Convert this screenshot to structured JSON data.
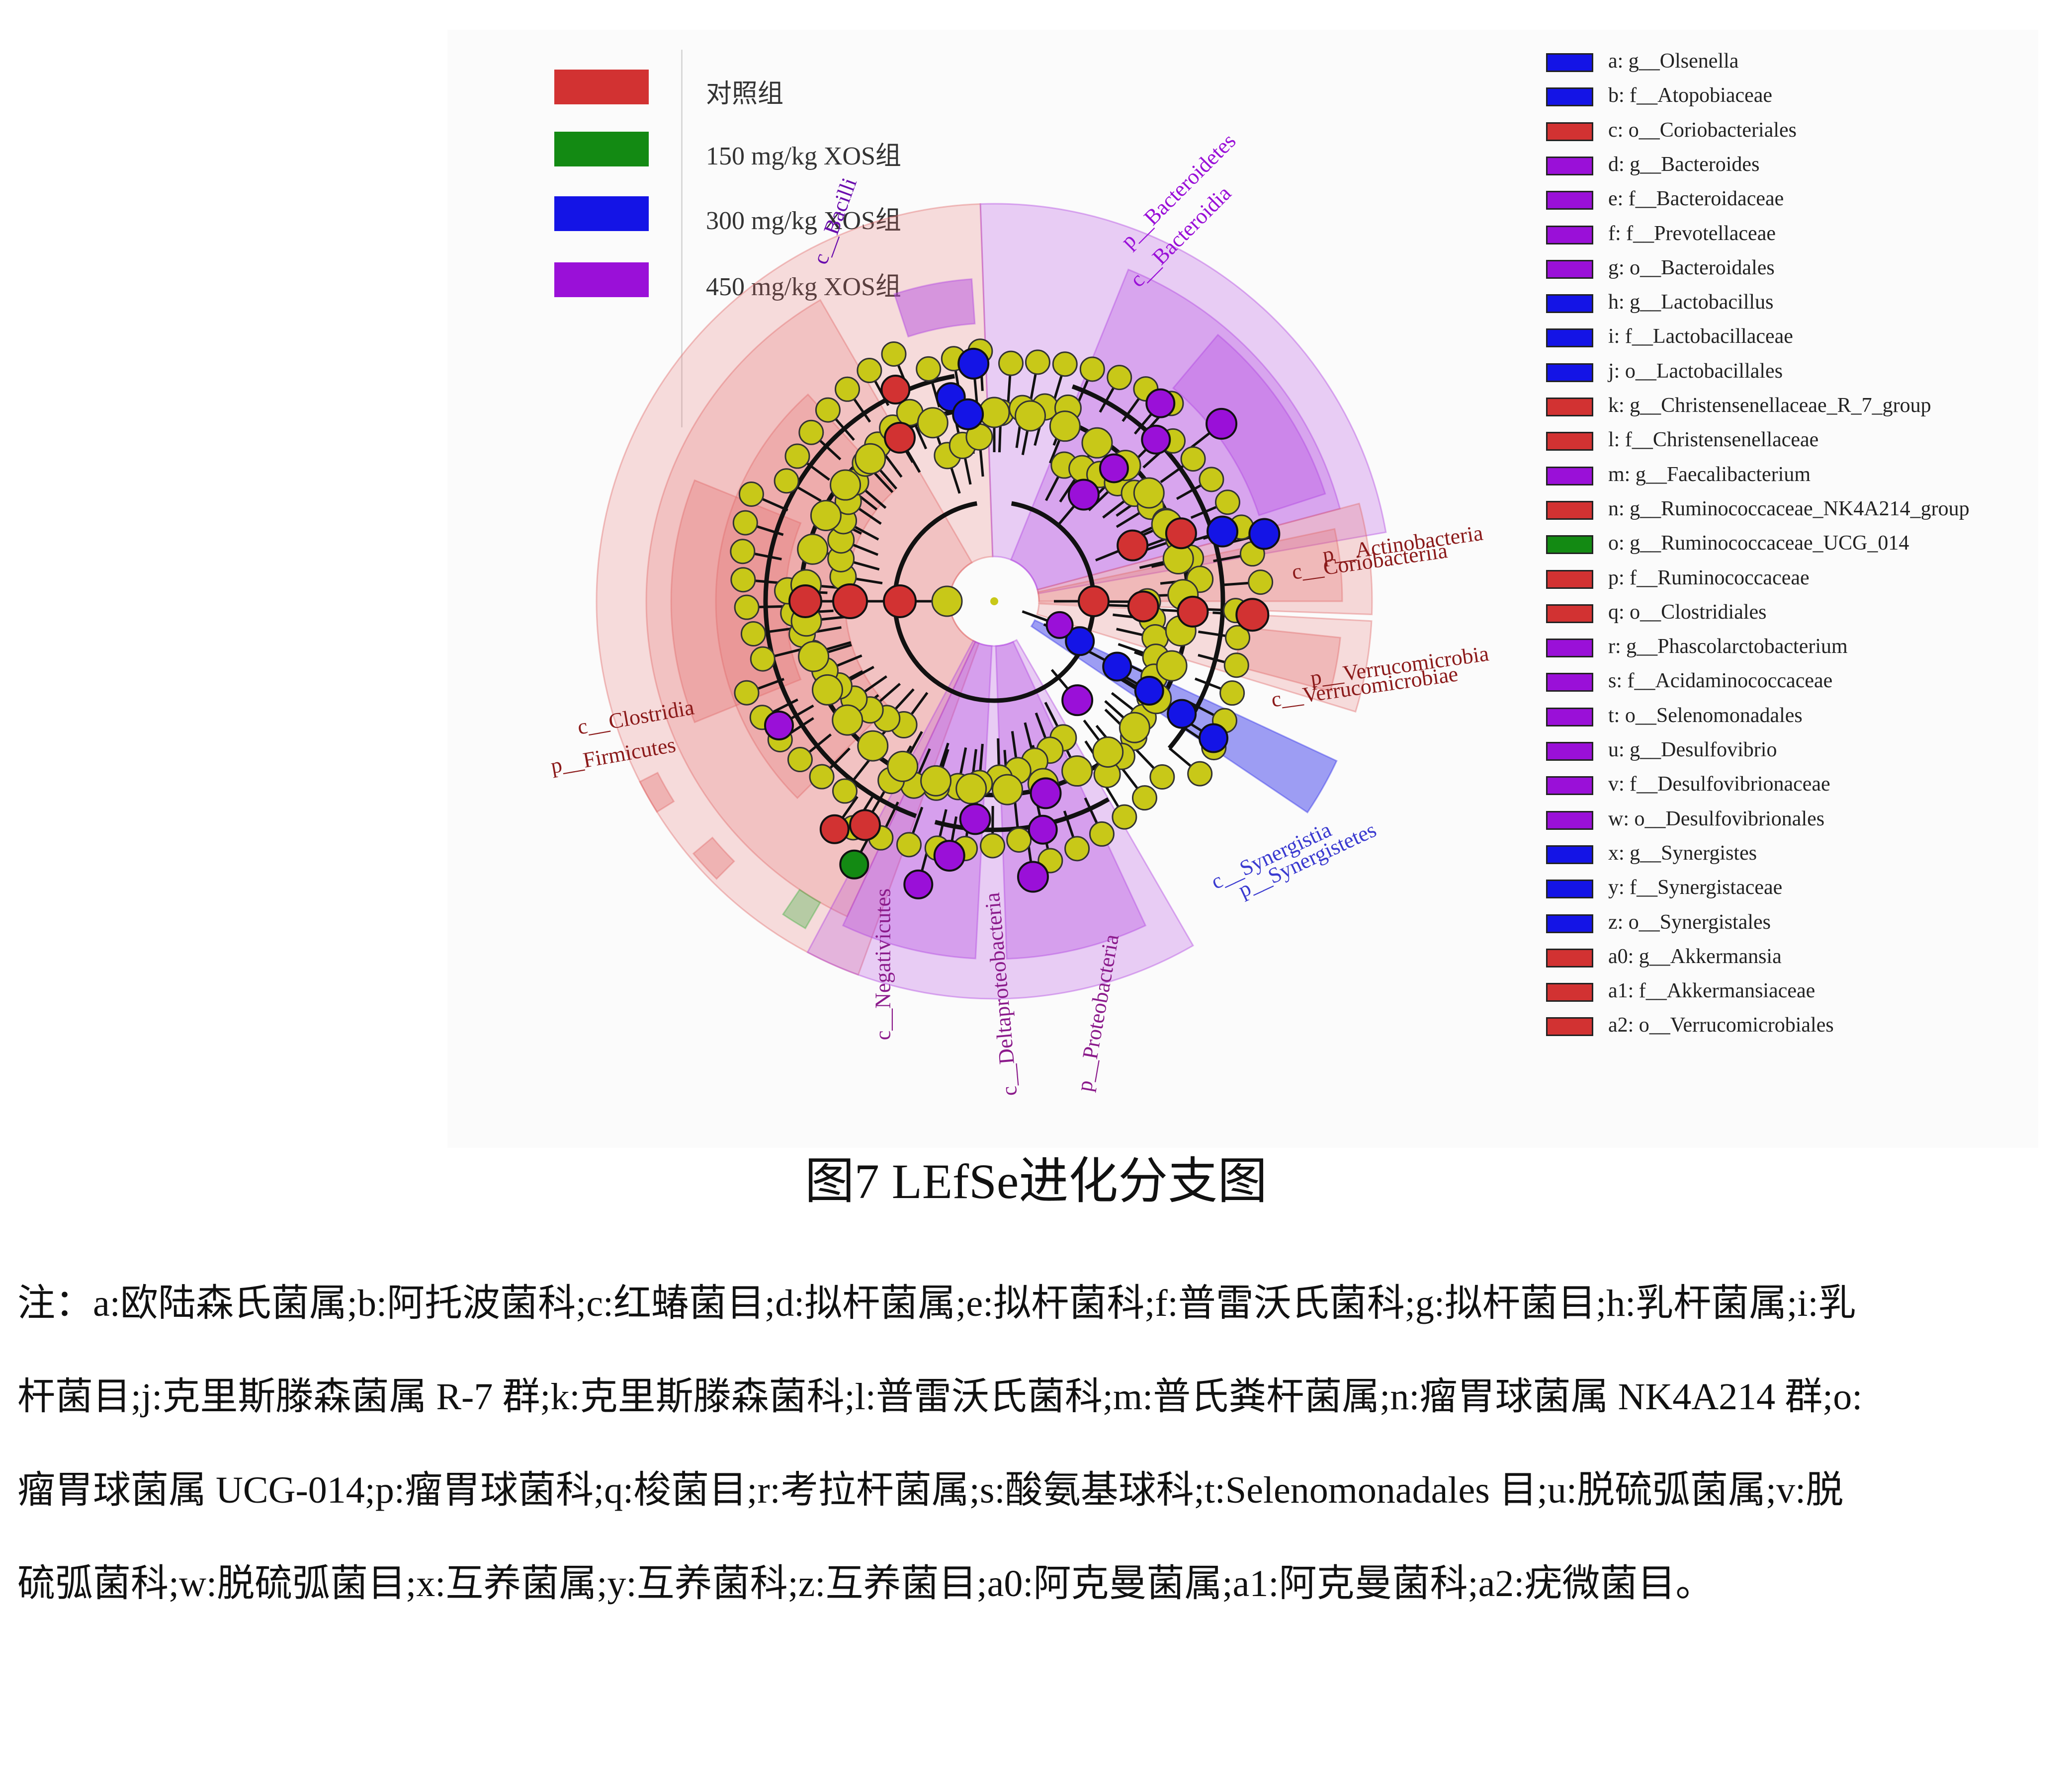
{
  "group_legend": [
    {
      "label": "对照组",
      "color": "#d23232"
    },
    {
      "label": "150 mg/kg XOS组",
      "color": "#138a13"
    },
    {
      "label": "300 mg/kg XOS组",
      "color": "#1414e6"
    },
    {
      "label": "450 mg/kg XOS组",
      "color": "#9a10d8"
    }
  ],
  "taxa_legend": [
    {
      "label": "a: g__Olsenella",
      "color": "#1414e6"
    },
    {
      "label": "b: f__Atopobiaceae",
      "color": "#1414e6"
    },
    {
      "label": "c: o__Coriobacteriales",
      "color": "#d23232"
    },
    {
      "label": "d: g__Bacteroides",
      "color": "#9a10d8"
    },
    {
      "label": "e: f__Bacteroidaceae",
      "color": "#9a10d8"
    },
    {
      "label": "f: f__Prevotellaceae",
      "color": "#9a10d8"
    },
    {
      "label": "g: o__Bacteroidales",
      "color": "#9a10d8"
    },
    {
      "label": "h: g__Lactobacillus",
      "color": "#1414e6"
    },
    {
      "label": "i: f__Lactobacillaceae",
      "color": "#1414e6"
    },
    {
      "label": "j: o__Lactobacillales",
      "color": "#1414e6"
    },
    {
      "label": "k: g__Christensenellaceae_R_7_group",
      "color": "#d23232"
    },
    {
      "label": "l: f__Christensenellaceae",
      "color": "#d23232"
    },
    {
      "label": "m: g__Faecalibacterium",
      "color": "#9a10d8"
    },
    {
      "label": "n: g__Ruminococcaceae_NK4A214_group",
      "color": "#d23232"
    },
    {
      "label": "o: g__Ruminococcaceae_UCG_014",
      "color": "#138a13"
    },
    {
      "label": "p: f__Ruminococcaceae",
      "color": "#d23232"
    },
    {
      "label": "q: o__Clostridiales",
      "color": "#d23232"
    },
    {
      "label": "r: g__Phascolarctobacterium",
      "color": "#9a10d8"
    },
    {
      "label": "s: f__Acidaminococcaceae",
      "color": "#9a10d8"
    },
    {
      "label": "t: o__Selenomonadales",
      "color": "#9a10d8"
    },
    {
      "label": "u: g__Desulfovibrio",
      "color": "#9a10d8"
    },
    {
      "label": "v: f__Desulfovibrionaceae",
      "color": "#9a10d8"
    },
    {
      "label": "w: o__Desulfovibrionales",
      "color": "#9a10d8"
    },
    {
      "label": "x: g__Synergistes",
      "color": "#1414e6"
    },
    {
      "label": "y: f__Synergistaceae",
      "color": "#1414e6"
    },
    {
      "label": "z: o__Synergistales",
      "color": "#1414e6"
    },
    {
      "label": "a0: g__Akkermansia",
      "color": "#d23232"
    },
    {
      "label": "a1: f__Akkermansiaceae",
      "color": "#d23232"
    },
    {
      "label": "a2: o__Verrucomicrobiales",
      "color": "#d23232"
    }
  ],
  "clade_labels": [
    {
      "text": "p__Firmicutes",
      "color": "#8b1a1a"
    },
    {
      "text": "c__Clostridia",
      "color": "#8b1a1a"
    },
    {
      "text": "c__Bacilli",
      "color": "#6a0dad"
    },
    {
      "text": "p__Bacteroidetes",
      "color": "#9a10d8"
    },
    {
      "text": "c__Bacteroidia",
      "color": "#9a10d8"
    },
    {
      "text": "p__Actinobacteria",
      "color": "#8b1a1a"
    },
    {
      "text": "c__Coriobacteriia",
      "color": "#8b1a1a"
    },
    {
      "text": "p__Verrucomicrobia",
      "color": "#8b1a1a"
    },
    {
      "text": "c__Verrucomicrobiae",
      "color": "#8b1a1a"
    },
    {
      "text": "p__Synergistetes",
      "color": "#3a3ad0"
    },
    {
      "text": "c__Synergistia",
      "color": "#3a3ad0"
    },
    {
      "text": "p__Proteobacteria",
      "color": "#8b1a8b"
    },
    {
      "text": "c__Deltaproteobacteria",
      "color": "#8b1a8b"
    },
    {
      "text": "c__Negativicutes",
      "color": "#8b1a8b"
    }
  ],
  "node_colors": {
    "none": "#c8c818",
    "control": "#d23232",
    "xos150": "#138a13",
    "xos300": "#1414e6",
    "xos450": "#9a10d8"
  },
  "caption": "图7 LEfSe进化分支图",
  "note_lines": [
    "注：a:欧陆森氏菌属;b:阿托波菌科;c:红蝽菌目;d:拟杆菌属;e:拟杆菌科;f:普雷沃氏菌科;g:拟杆菌目;h:乳杆菌属;i:乳",
    "杆菌目;j:克里斯滕森菌属 R-7 群;k:克里斯滕森菌科;l:普雷沃氏菌科;m:普氏粪杆菌属;n:瘤胃球菌属 NK4A214 群;o:",
    "瘤胃球菌属  UCG-014;p:瘤胃球菌科;q:梭菌目;r:考拉杆菌属;s:酸氨基球科;t:Selenomonadales 目;u:脱硫弧菌属;v:脱",
    "硫弧菌科;w:脱硫弧菌目;x:互养菌属;y:互养菌科;z:互养菌目;a0:阿克曼菌属;a1:阿克曼菌科;a2:疣微菌目。"
  ]
}
